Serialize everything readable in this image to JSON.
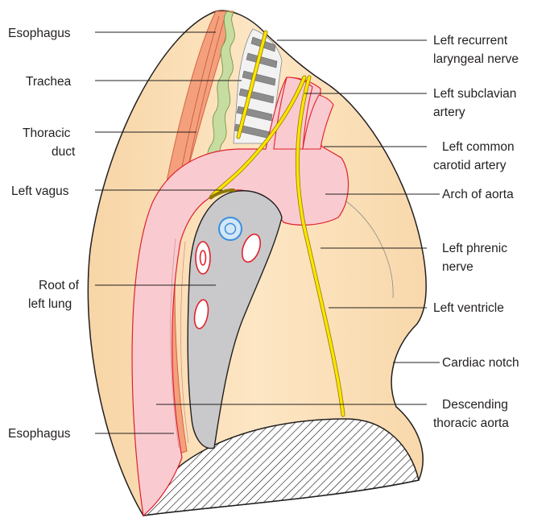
{
  "labels": {
    "esophagus_top": "Esophagus",
    "trachea": "Trachea",
    "thoracic_duct_1": "Thoracic",
    "thoracic_duct_2": "duct",
    "left_vagus": "Left vagus",
    "root_lung_1": "Root of",
    "root_lung_2": "left lung",
    "esophagus_bottom": "Esophagus",
    "recurrent_1": "Left recurrent",
    "recurrent_2": "laryngeal nerve",
    "subclavian_1": "Left subclavian",
    "subclavian_2": "artery",
    "carotid_1": "Left common",
    "carotid_2": "carotid artery",
    "arch": "Arch of aorta",
    "phrenic_1": "Left phrenic",
    "phrenic_2": "nerve",
    "ventricle": "Left ventricle",
    "notch": "Cardiac notch",
    "descending_1": "Descending",
    "descending_2": "thoracic aorta"
  },
  "colors": {
    "lung": "#fbe1b8",
    "aorta": "#f9cbd0",
    "aorta_outline": "#e0202c",
    "esophagus": "#f4a07c",
    "thoracic_duct": "#c6dca0",
    "trachea_ring": "#8c8c8c",
    "root": "#c9c9cb",
    "nerve": "#ffe500",
    "bronchus": "#3b8ddb"
  }
}
